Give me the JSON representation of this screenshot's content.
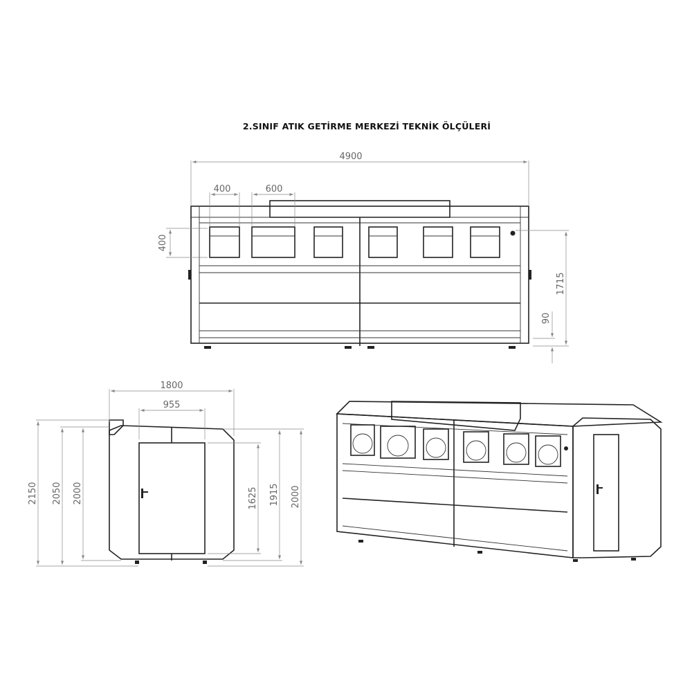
{
  "title": "2.SINIF ATIK GETİRME MERKEZİ TEKNİK ÖLÇÜLERİ",
  "front_view": {
    "total_width": "4900",
    "bin_width_small": "400",
    "bin_width_large": "600",
    "bin_height": "400",
    "height": "1715",
    "ground_clearance": "90"
  },
  "side_view": {
    "depth": "1800",
    "door_width": "955",
    "height_total": "2150",
    "height_2050": "2050",
    "height_left_2000": "2000",
    "door_height": "1625",
    "height_1915": "1915",
    "height_right_2000": "2000"
  }
}
